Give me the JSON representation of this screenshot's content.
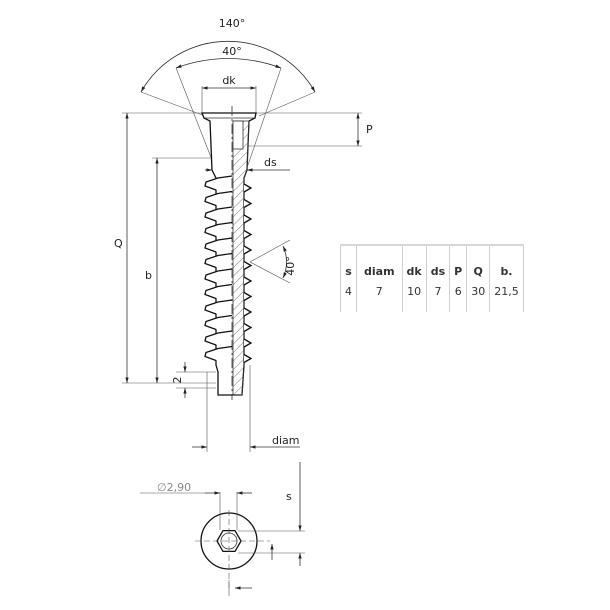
{
  "labels": {
    "angle_outer": "140°",
    "angle_inner": "40°",
    "dk": "dk",
    "P": "P",
    "ds": "ds",
    "Q": "Q",
    "b": "b",
    "thread_angle": "40°",
    "tip_length": "2",
    "diam": "diam",
    "drive_diameter": "∅2,90",
    "s": "s"
  },
  "table": {
    "headers": [
      "s",
      "diam",
      "dk",
      "ds",
      "P",
      "Q",
      "b."
    ],
    "values": [
      "4",
      "7",
      "10",
      "7",
      "6",
      "30",
      "21,5"
    ]
  }
}
